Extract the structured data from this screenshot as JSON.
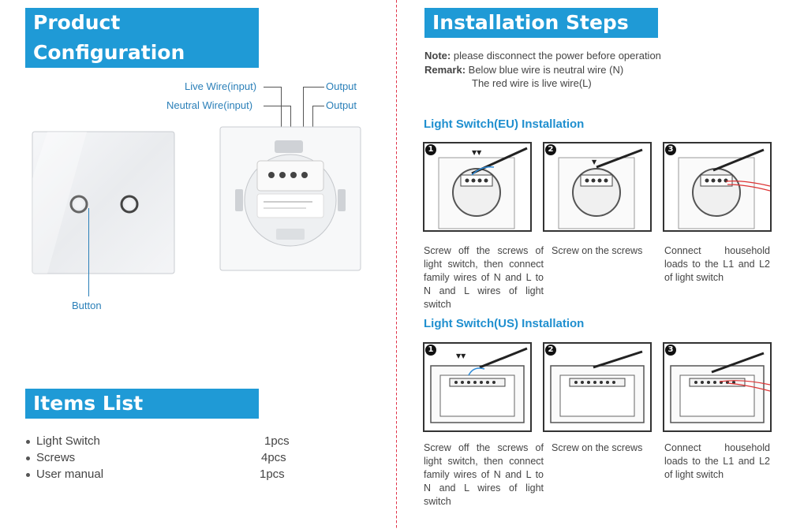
{
  "left": {
    "product_title": "Product Configuration",
    "labels": {
      "live_wire": "Live Wire(input)",
      "neutral_wire": "Neutral Wire(input)",
      "output1": "Output",
      "output2": "Output",
      "button": "Button"
    },
    "items_title": "Items List",
    "items": [
      {
        "name": "Light Switch",
        "qty": "1pcs"
      },
      {
        "name": "Screws",
        "qty": "4pcs"
      },
      {
        "name": "User manual",
        "qty": "1pcs"
      }
    ]
  },
  "right": {
    "install_title": "Installation Steps",
    "note_label": "Note:",
    "note_text": "please disconnect the power before operation",
    "remark_label": "Remark:",
    "remark_line1": "Below blue wire  is neutral wire (N)",
    "remark_line2": "The red wire is live wire(L)",
    "eu_title": "Light Switch(EU) Installation",
    "us_title": "Light Switch(US) Installation",
    "step_numbers": [
      "1",
      "2",
      "3"
    ],
    "captions": [
      "Screw off the screws of light switch, then connect family wires of N and L to N and L wires of light switch",
      "Screw on the screws",
      "Connect household loads to the L1 and L2 of light switch"
    ]
  },
  "colors": {
    "accent": "#1f9ad6",
    "divider": "#e0344a",
    "label": "#2a7fb8"
  }
}
